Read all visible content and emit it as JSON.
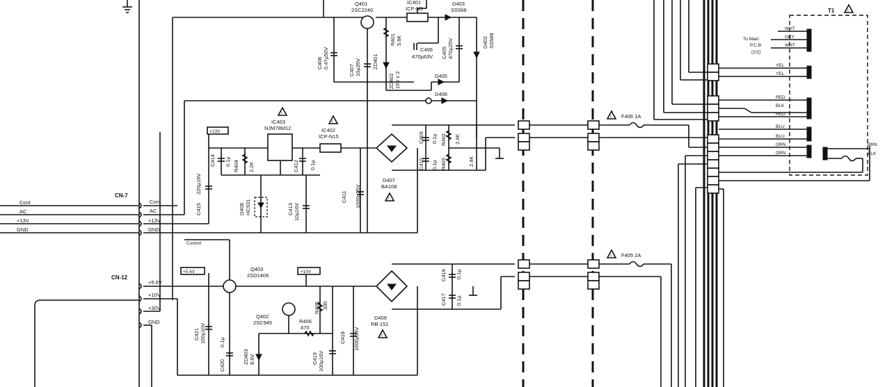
{
  "connectors": {
    "cn7": {
      "name": "CN-7",
      "pins": [
        "Cont",
        "AC",
        "+13V",
        "GND"
      ]
    },
    "cn12": {
      "name": "CN-12",
      "pins": [
        "+5.6V",
        "+10V",
        "+30V",
        "GND"
      ]
    },
    "left_lines": [
      "Cont",
      "AC",
      "+13V",
      "GND"
    ]
  },
  "net_labels": {
    "v13": "+13V",
    "v56": "+5.6V",
    "v10": "+10V",
    "control": "Control"
  },
  "semis": {
    "q401": [
      "Q401",
      "2SC2240"
    ],
    "q403": [
      "Q403",
      "2SD1406"
    ],
    "q402": [
      "Q402",
      "2SC945"
    ],
    "ic401": [
      "IC401",
      "ICP-N5"
    ],
    "ic402": [
      "IC402",
      "ICP-N15"
    ],
    "ic403": [
      "IC403",
      "NJM78M12"
    ],
    "d403": [
      "D403",
      "SS568"
    ],
    "d402": [
      "D402",
      "SS568"
    ],
    "d405": "D405",
    "d406": "D406",
    "d407": [
      "D407",
      "BA108"
    ],
    "d408": [
      "D408",
      "HC931"
    ],
    "d409": [
      "D409",
      "RB-151"
    ],
    "zd401": "ZD401",
    "zd402": [
      "ZD402",
      "15V x 2"
    ],
    "zd403": [
      "ZD403",
      "8.6V"
    ]
  },
  "caps": {
    "c408": [
      "C408",
      "0.47µ50V"
    ],
    "c407": [
      "C407",
      "10µ35V"
    ],
    "c406": [
      "C406",
      "470µ63V"
    ],
    "c405": [
      "C405",
      "470µ25V"
    ],
    "c415": [
      "C415",
      "220µ16V"
    ],
    "c414": [
      "C414",
      "0.1µ"
    ],
    "c412": [
      "C412",
      "0.1µ"
    ],
    "c413": [
      "C413",
      "10µ16V"
    ],
    "c411": [
      "C411",
      "1000µ25V"
    ],
    "c409": [
      "C409",
      "0.1µ"
    ],
    "c410": [
      "C410",
      "0.1µ"
    ],
    "c416": [
      "C416",
      "0.1µ"
    ],
    "c417": [
      "C417",
      "0.1µ"
    ],
    "c418": [
      "C418",
      "1000µ16V"
    ],
    "c419": [
      "C419",
      "100µ16V"
    ],
    "c421": [
      "C421",
      "100µ10V"
    ],
    "c420": [
      "C420",
      "0.1µ"
    ]
  },
  "resistors": {
    "r401": [
      "R401",
      "5.6K"
    ],
    "r402": [
      "R402",
      "2.4K"
    ],
    "r403": [
      "R403",
      "2.4K"
    ],
    "r404": [
      "R404",
      "2.2K"
    ],
    "r405": [
      "R405",
      "330"
    ],
    "r406": [
      "R406",
      "470"
    ]
  },
  "fuses": {
    "f406": "F406 1A",
    "f405": "F405 2A"
  },
  "transformer": {
    "name": "T1",
    "to_main": [
      "To Main",
      "P.C.B",
      "(2/2)"
    ],
    "wire_colors": [
      "WHT",
      "GRY",
      "WHT",
      "YEL",
      "YEL",
      "RED",
      "BLK",
      "RED",
      "BLU",
      "BLU",
      "ORN",
      "ORN",
      "BRN",
      "BLK"
    ]
  },
  "warning_symbol": "!",
  "colors": {
    "ink": "#111111",
    "paper": "#ffffff"
  }
}
